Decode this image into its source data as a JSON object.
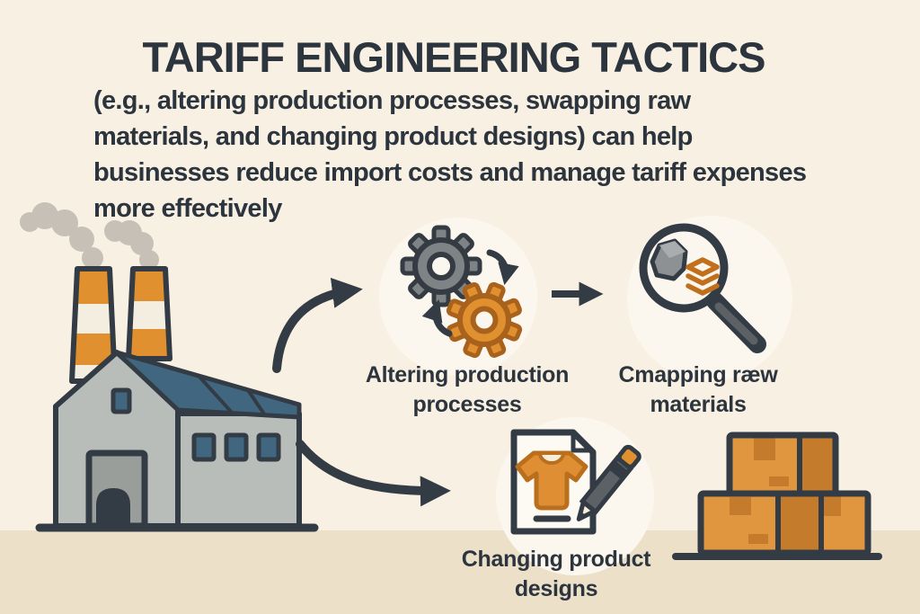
{
  "header": {
    "title": "TARIFF ENGINEERING TACTICS",
    "subtitle": "(e.g., altering production processes, swapping raw\nmaterials, and changing product designs) can help\nbusinesses reduce import costs and manage tariff expenses\nmore effectively"
  },
  "tactics": [
    {
      "id": "altering-production-processes",
      "icon": "gears-icon",
      "label": "Altering production\nprocesses"
    },
    {
      "id": "swapping-raw-materials",
      "icon": "magnifier-materials-icon",
      "label": "Cmapping ræw\nmaterials"
    },
    {
      "id": "changing-product-designs",
      "icon": "document-tshirt-pencil-icon",
      "label": "Changing product\ndesigns"
    }
  ],
  "illustrations": [
    {
      "icon": "factory-icon"
    },
    {
      "icon": "cardboard-boxes-icon"
    }
  ],
  "colors": {
    "background": "#f8f0e2",
    "ground": "#ece0c9",
    "ink": "#333b44",
    "text": "#2c343e",
    "orange": "#e0902f",
    "dark_orange": "#c47b2c",
    "steel_blue": "#40677f",
    "building_gray": "#b9bdb9",
    "smoke_gray": "#c6c0b6",
    "halo_cream": "#fcf7ee"
  }
}
